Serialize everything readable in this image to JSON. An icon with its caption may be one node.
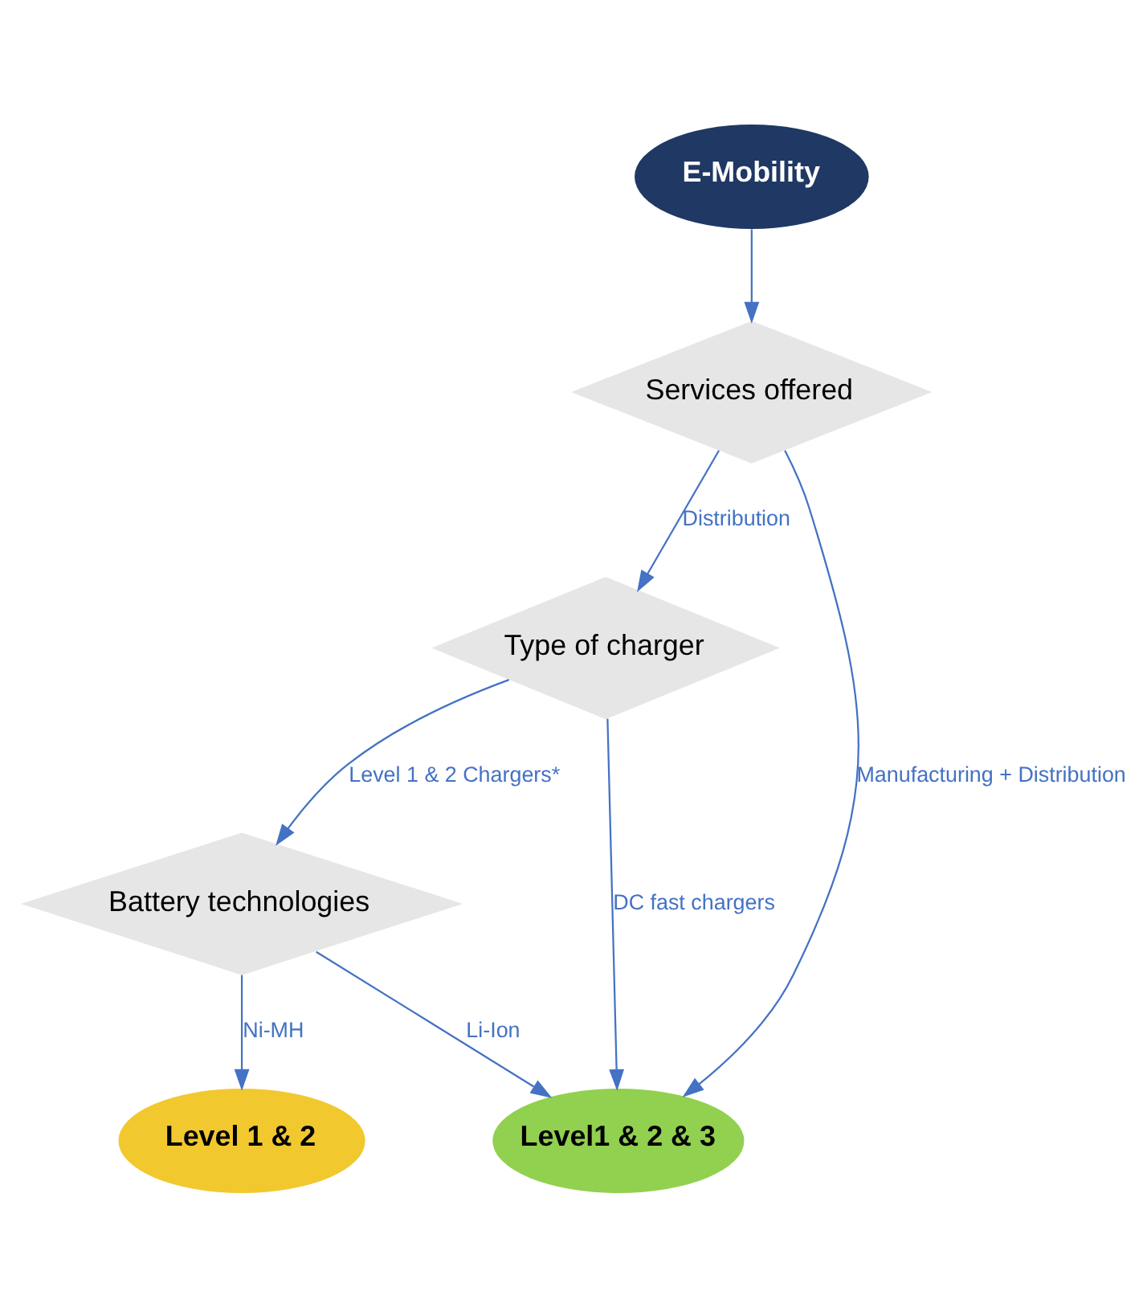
{
  "diagram": {
    "nodes": [
      {
        "text": [
          "E-Mobility"
        ]
      },
      {
        "text": [
          "Services offered"
        ]
      },
      {
        "text": [
          "Type of charger"
        ]
      },
      {
        "text": [
          "Battery technologies"
        ]
      },
      {
        "text": [
          "Level 1 & 2"
        ]
      },
      {
        "text": [
          "Level1 & 2 & 3"
        ]
      }
    ],
    "edges": [
      {
        "from": 0,
        "to": 1,
        "arrow": "to"
      },
      {
        "from": 1,
        "to": 2,
        "arrow": "to",
        "label": "Distribution"
      },
      {
        "from": 1,
        "to": 5,
        "arrow": "to",
        "label": "Manufacturing + Distribution"
      },
      {
        "from": 2,
        "to": 3,
        "arrow": "to",
        "label": "Level 1 & 2 Chargers*"
      },
      {
        "from": 2,
        "to": 5,
        "arrow": "to",
        "label": "DC fast chargers"
      },
      {
        "from": 3,
        "to": 4,
        "arrow": "to",
        "label": "Ni-MH"
      },
      {
        "from": 3,
        "to": 5,
        "arrow": "to",
        "label": "Li-Ion"
      }
    ]
  }
}
